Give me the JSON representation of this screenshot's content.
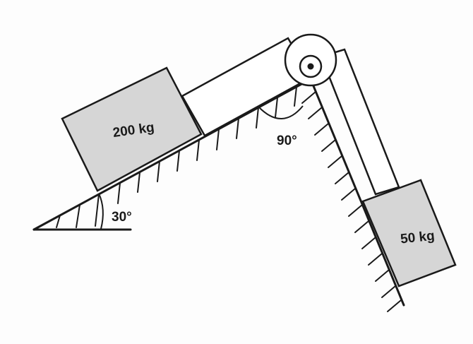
{
  "diagram": {
    "block_left_mass": "200 kg",
    "block_right_mass": "50 kg",
    "incline_angle": "30°",
    "apex_angle": "90°"
  },
  "colors": {
    "ink": "#1a1a1a",
    "block_fill": "#d6d6d6",
    "background": "#fdfdfd"
  }
}
